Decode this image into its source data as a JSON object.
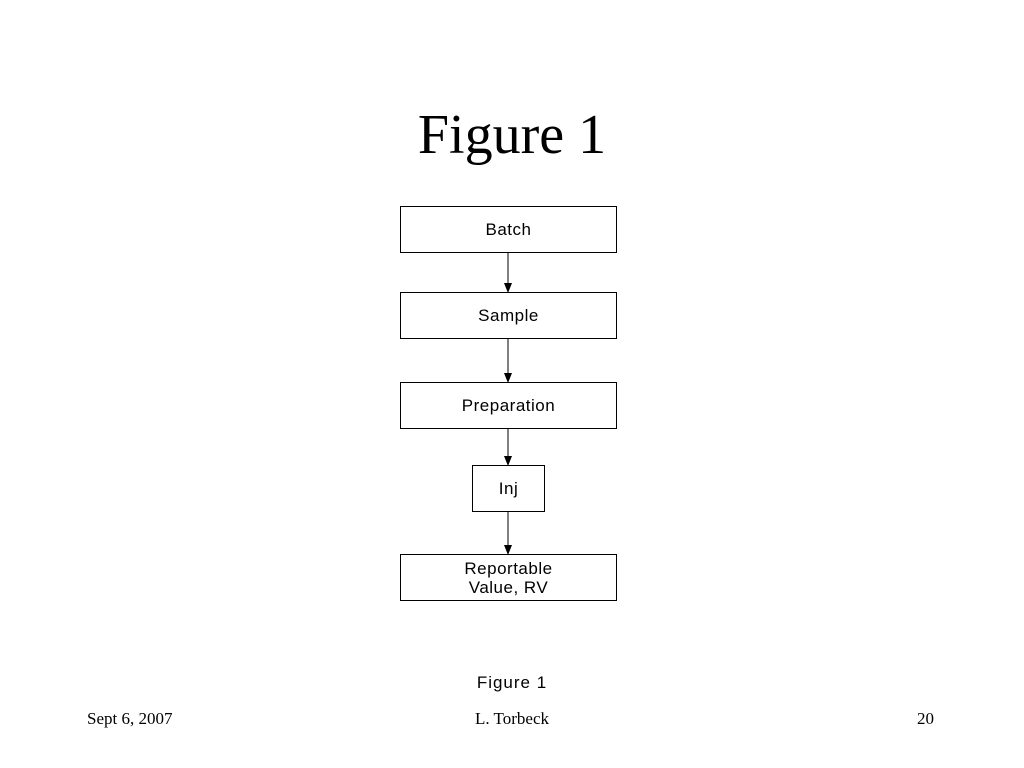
{
  "title": "Figure 1",
  "flowchart": {
    "nodes": [
      {
        "id": "batch",
        "label": "Batch"
      },
      {
        "id": "sample",
        "label": "Sample"
      },
      {
        "id": "preparation",
        "label": "Preparation"
      },
      {
        "id": "inj",
        "label": "Inj"
      },
      {
        "id": "rv",
        "label": "Reportable\nValue, RV"
      }
    ],
    "edges": [
      {
        "from": "batch",
        "to": "sample"
      },
      {
        "from": "sample",
        "to": "preparation"
      },
      {
        "from": "preparation",
        "to": "inj"
      },
      {
        "from": "inj",
        "to": "rv"
      }
    ]
  },
  "caption": "Figure 1",
  "footer": {
    "date": "Sept 6, 2007",
    "author": "L. Torbeck",
    "page_number": "20"
  }
}
